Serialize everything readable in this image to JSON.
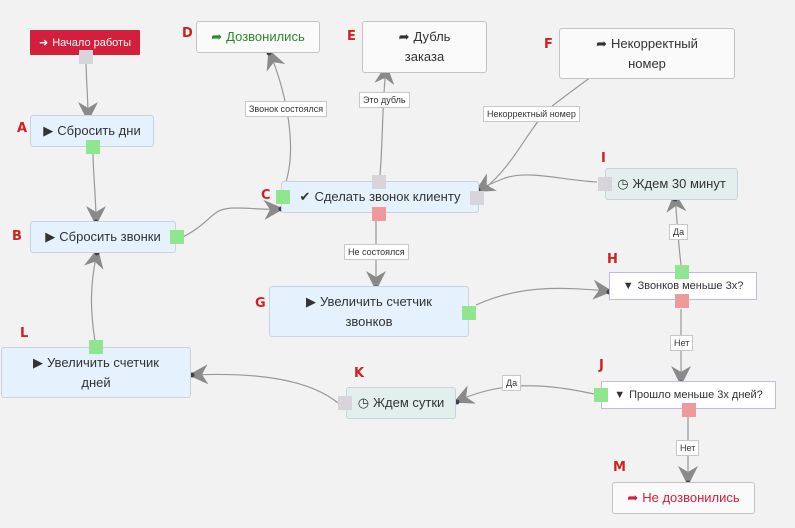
{
  "colors": {
    "start_bg": "#d21f3c",
    "node_blue": "#e5f1fc",
    "node_teal": "#e3efec",
    "port_green": "#90e690",
    "port_red": "#ee9a9a",
    "port_gray": "#d8d4dc",
    "letter": "#d21f1f",
    "edge": "#999999"
  },
  "nodes": {
    "start": {
      "label": "Начало работы",
      "icon": "sign-in-icon"
    },
    "A": {
      "letter": "A",
      "label": "Сбросить дни",
      "icon": "play-icon"
    },
    "B": {
      "letter": "B",
      "label": "Сбросить звонки",
      "icon": "play-icon"
    },
    "C": {
      "letter": "C",
      "label": "Сделать звонок клиенту",
      "icon": "check-icon"
    },
    "D": {
      "letter": "D",
      "label": "Дозвонились",
      "icon": "sign-out-icon"
    },
    "E": {
      "letter": "E",
      "label": "Дубль заказа",
      "icon": "sign-out-icon"
    },
    "F": {
      "letter": "F",
      "label": "Некорректный номер",
      "icon": "sign-out-icon"
    },
    "G": {
      "letter": "G",
      "label": "Увеличить счетчик звонков",
      "icon": "play-icon"
    },
    "H": {
      "letter": "H",
      "label": "Звонков меньше 3х?",
      "icon": "filter-icon"
    },
    "I": {
      "letter": "I",
      "label": "Ждем 30 минут",
      "icon": "clock-icon"
    },
    "J": {
      "letter": "J",
      "label": "Прошло меньше 3х дней?",
      "icon": "filter-icon"
    },
    "K": {
      "letter": "K",
      "label": "Ждем сутки",
      "icon": "clock-icon"
    },
    "L": {
      "letter": "L",
      "label": "Увеличить счетчик дней",
      "icon": "play-icon"
    },
    "M": {
      "letter": "M",
      "label": "Не дозвонились",
      "icon": "sign-out-icon"
    }
  },
  "edge_labels": {
    "c_d": "Звонок состоялся",
    "c_e": "Это дубль",
    "c_f": "Некорректный номер",
    "c_g": "Не состоялся",
    "h_i": "Да",
    "h_j": "Нет",
    "j_k": "Да",
    "j_m": "Нет"
  }
}
